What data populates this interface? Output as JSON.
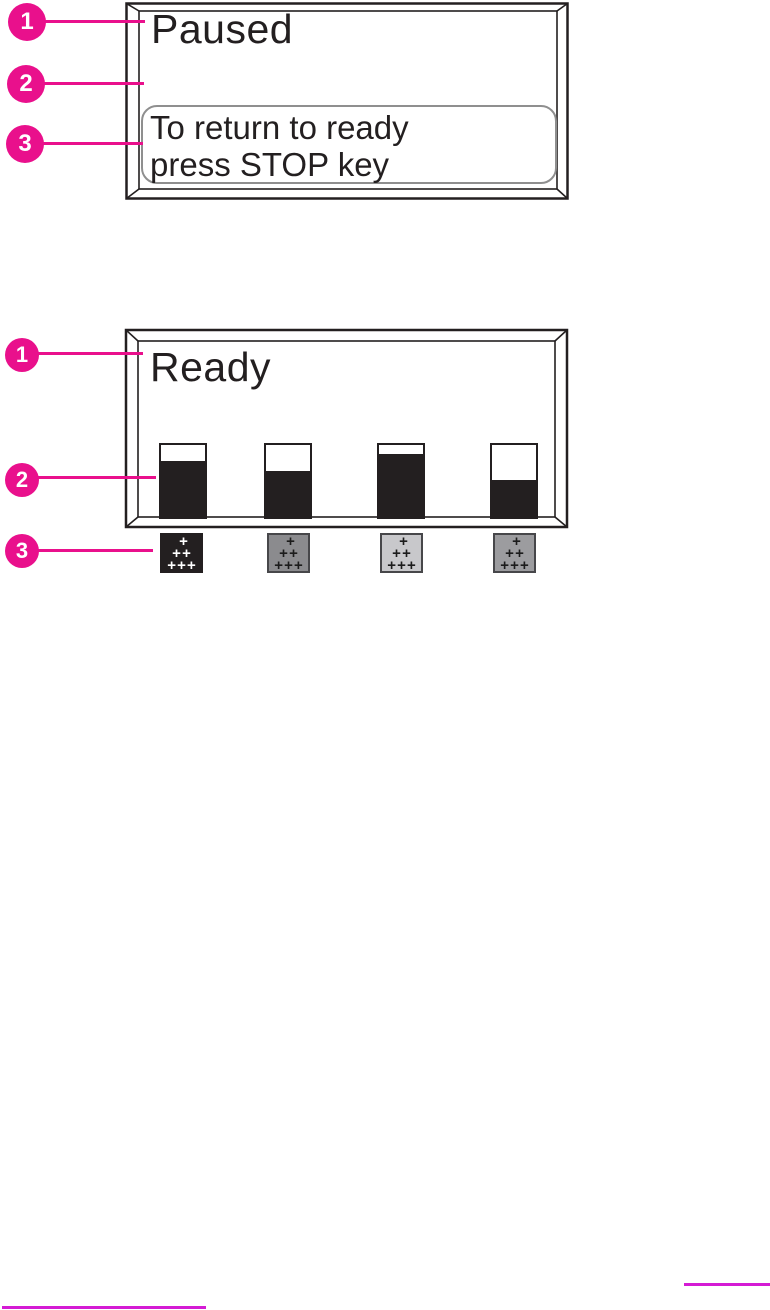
{
  "colors": {
    "callout_pink": "#e9108c",
    "footer_rule": "#d41bd4",
    "display_ink": "#231f20",
    "message_box_border": "#8f8f8f"
  },
  "figure_paused": {
    "status_text": "Paused",
    "message_line1": "To return to ready",
    "message_line2": "press STOP key",
    "callouts": [
      "1",
      "2",
      "3"
    ]
  },
  "figure_ready": {
    "status_text": "Ready",
    "callouts": [
      "1",
      "2",
      "3"
    ],
    "supply_gauges": [
      {
        "name": "supply-gauge-1",
        "fill_percent": 78
      },
      {
        "name": "supply-gauge-2",
        "fill_percent": 64
      },
      {
        "name": "supply-gauge-3",
        "fill_percent": 88
      },
      {
        "name": "supply-gauge-4",
        "fill_percent": 51
      }
    ],
    "cartridge_swatches": [
      {
        "name": "toner-cartridge-icon-1",
        "bg": "#231f20",
        "border": "#231f20",
        "plus_color": "#ffffff"
      },
      {
        "name": "toner-cartridge-icon-2",
        "bg": "#8b8b8e",
        "border": "#47474a",
        "plus_color": "#1c1c1c"
      },
      {
        "name": "toner-cartridge-icon-3",
        "bg": "#c8c8cb",
        "border": "#47474a",
        "plus_color": "#1c1c1c"
      },
      {
        "name": "toner-cartridge-icon-4",
        "bg": "#9c9c9f",
        "border": "#47474a",
        "plus_color": "#1c1c1c"
      }
    ],
    "plus_rows": [
      "+",
      "+ +",
      "+ + +"
    ]
  }
}
